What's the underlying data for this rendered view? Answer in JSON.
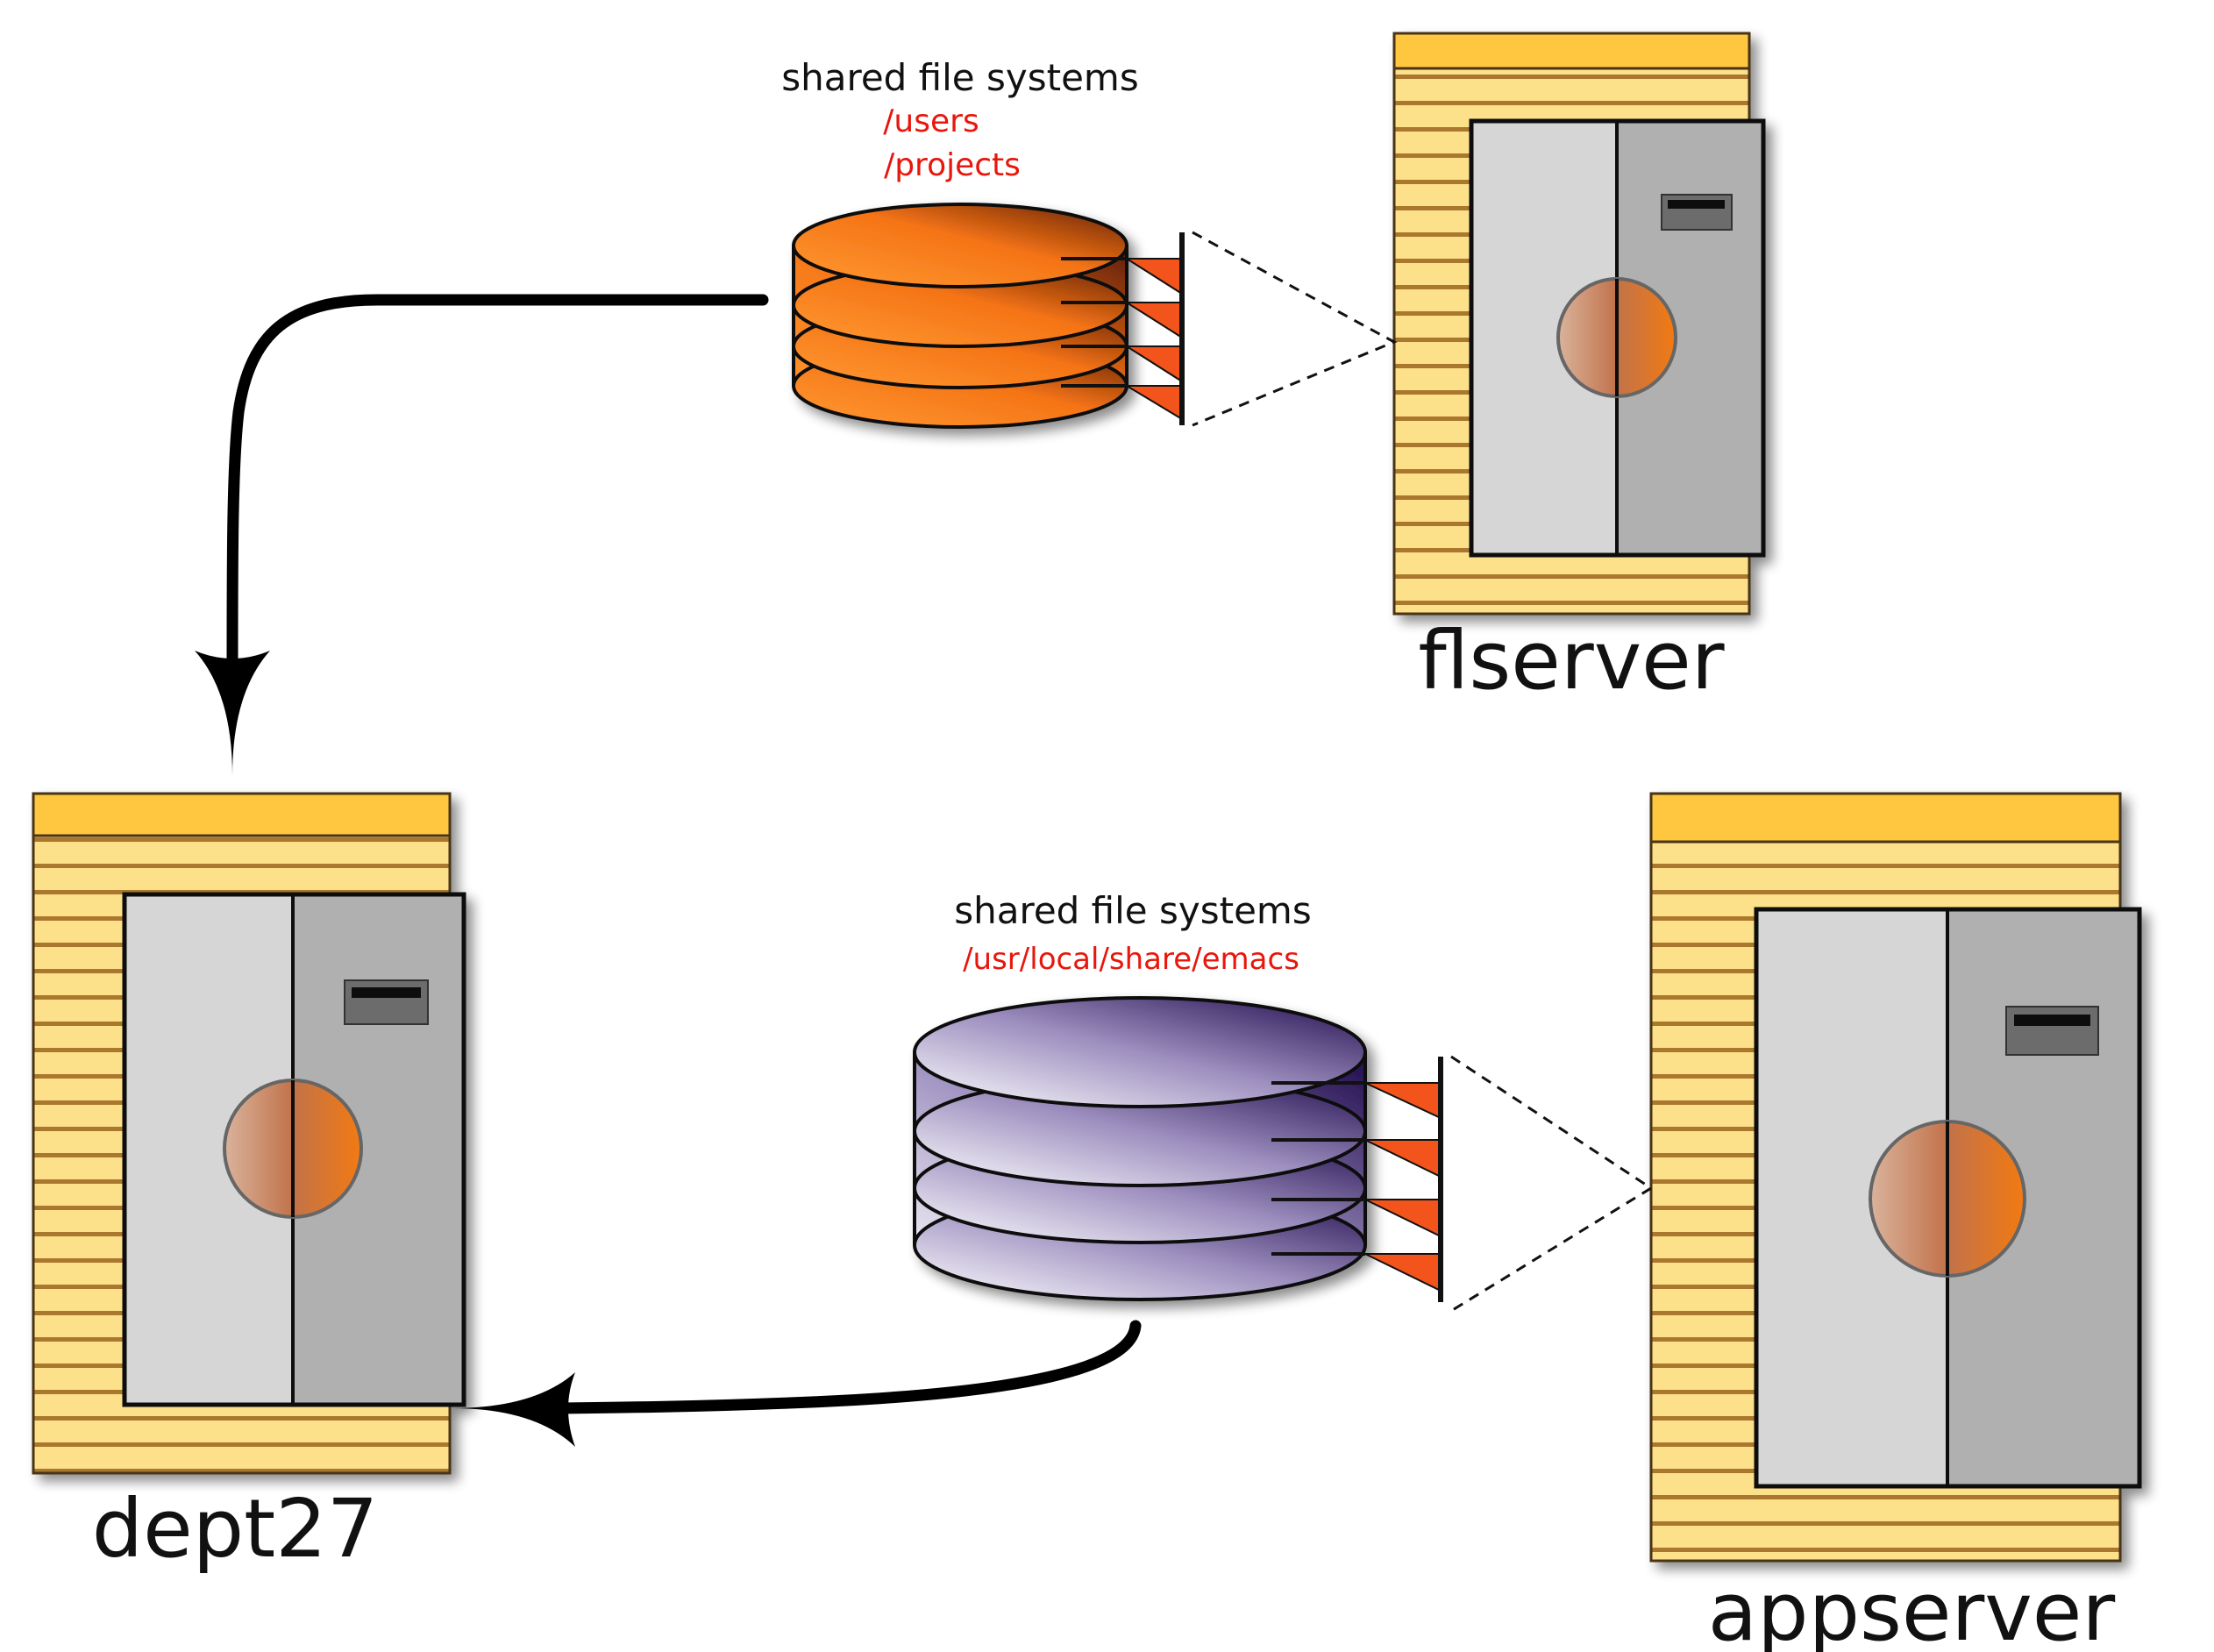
{
  "servers": {
    "flserver": {
      "label": "flserver"
    },
    "dept27": {
      "label": "dept27"
    },
    "appserver": {
      "label": "appserver"
    }
  },
  "storage": {
    "top": {
      "caption": "shared file systems",
      "paths": [
        "/users",
        "/projects"
      ],
      "color": "orange"
    },
    "bottom": {
      "caption": "shared file systems",
      "paths": [
        "/usr/local/share/emacs"
      ],
      "color": "purple"
    }
  },
  "colors": {
    "path_text": "#e8160c",
    "rack_stripe": "#fde08a",
    "rack_top": "#ffc73f",
    "door_left": "#d6d6d6",
    "door_right": "#b0b0b0",
    "disk_orange": "#f57d1a",
    "disk_purple": "#3b1a66",
    "connector": "#f2541b"
  }
}
